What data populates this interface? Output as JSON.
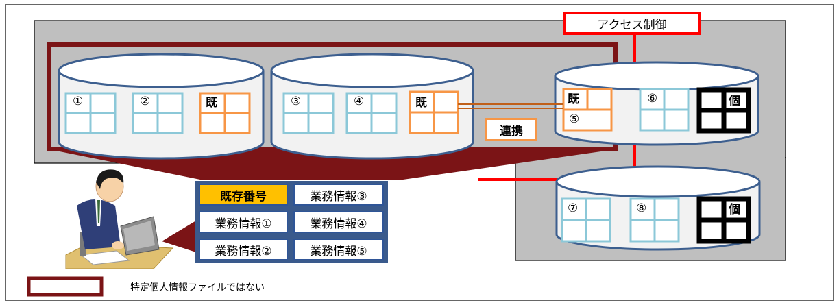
{
  "access_control": "アクセス制御",
  "link_label": "連携",
  "kanji_existing": "既",
  "kanji_personal": "個",
  "numbers": [
    "①",
    "②",
    "③",
    "④",
    "⑤",
    "⑥",
    "⑦",
    "⑧"
  ],
  "info_table": [
    [
      "既存番号",
      "業務情報③"
    ],
    [
      "業務情報①",
      "業務情報④"
    ],
    [
      "業務情報②",
      "業務情報⑤"
    ]
  ],
  "legend": "特定個人情報ファイルではない",
  "colors": {
    "frame": "#7b1416",
    "access": "#ff0000",
    "db_fill": "#f2f2f2",
    "db_border": "#3d5f8f",
    "grid_plain": "#8cc8d8",
    "grid_existing": "#f79646",
    "highlight": "#ffc000"
  }
}
